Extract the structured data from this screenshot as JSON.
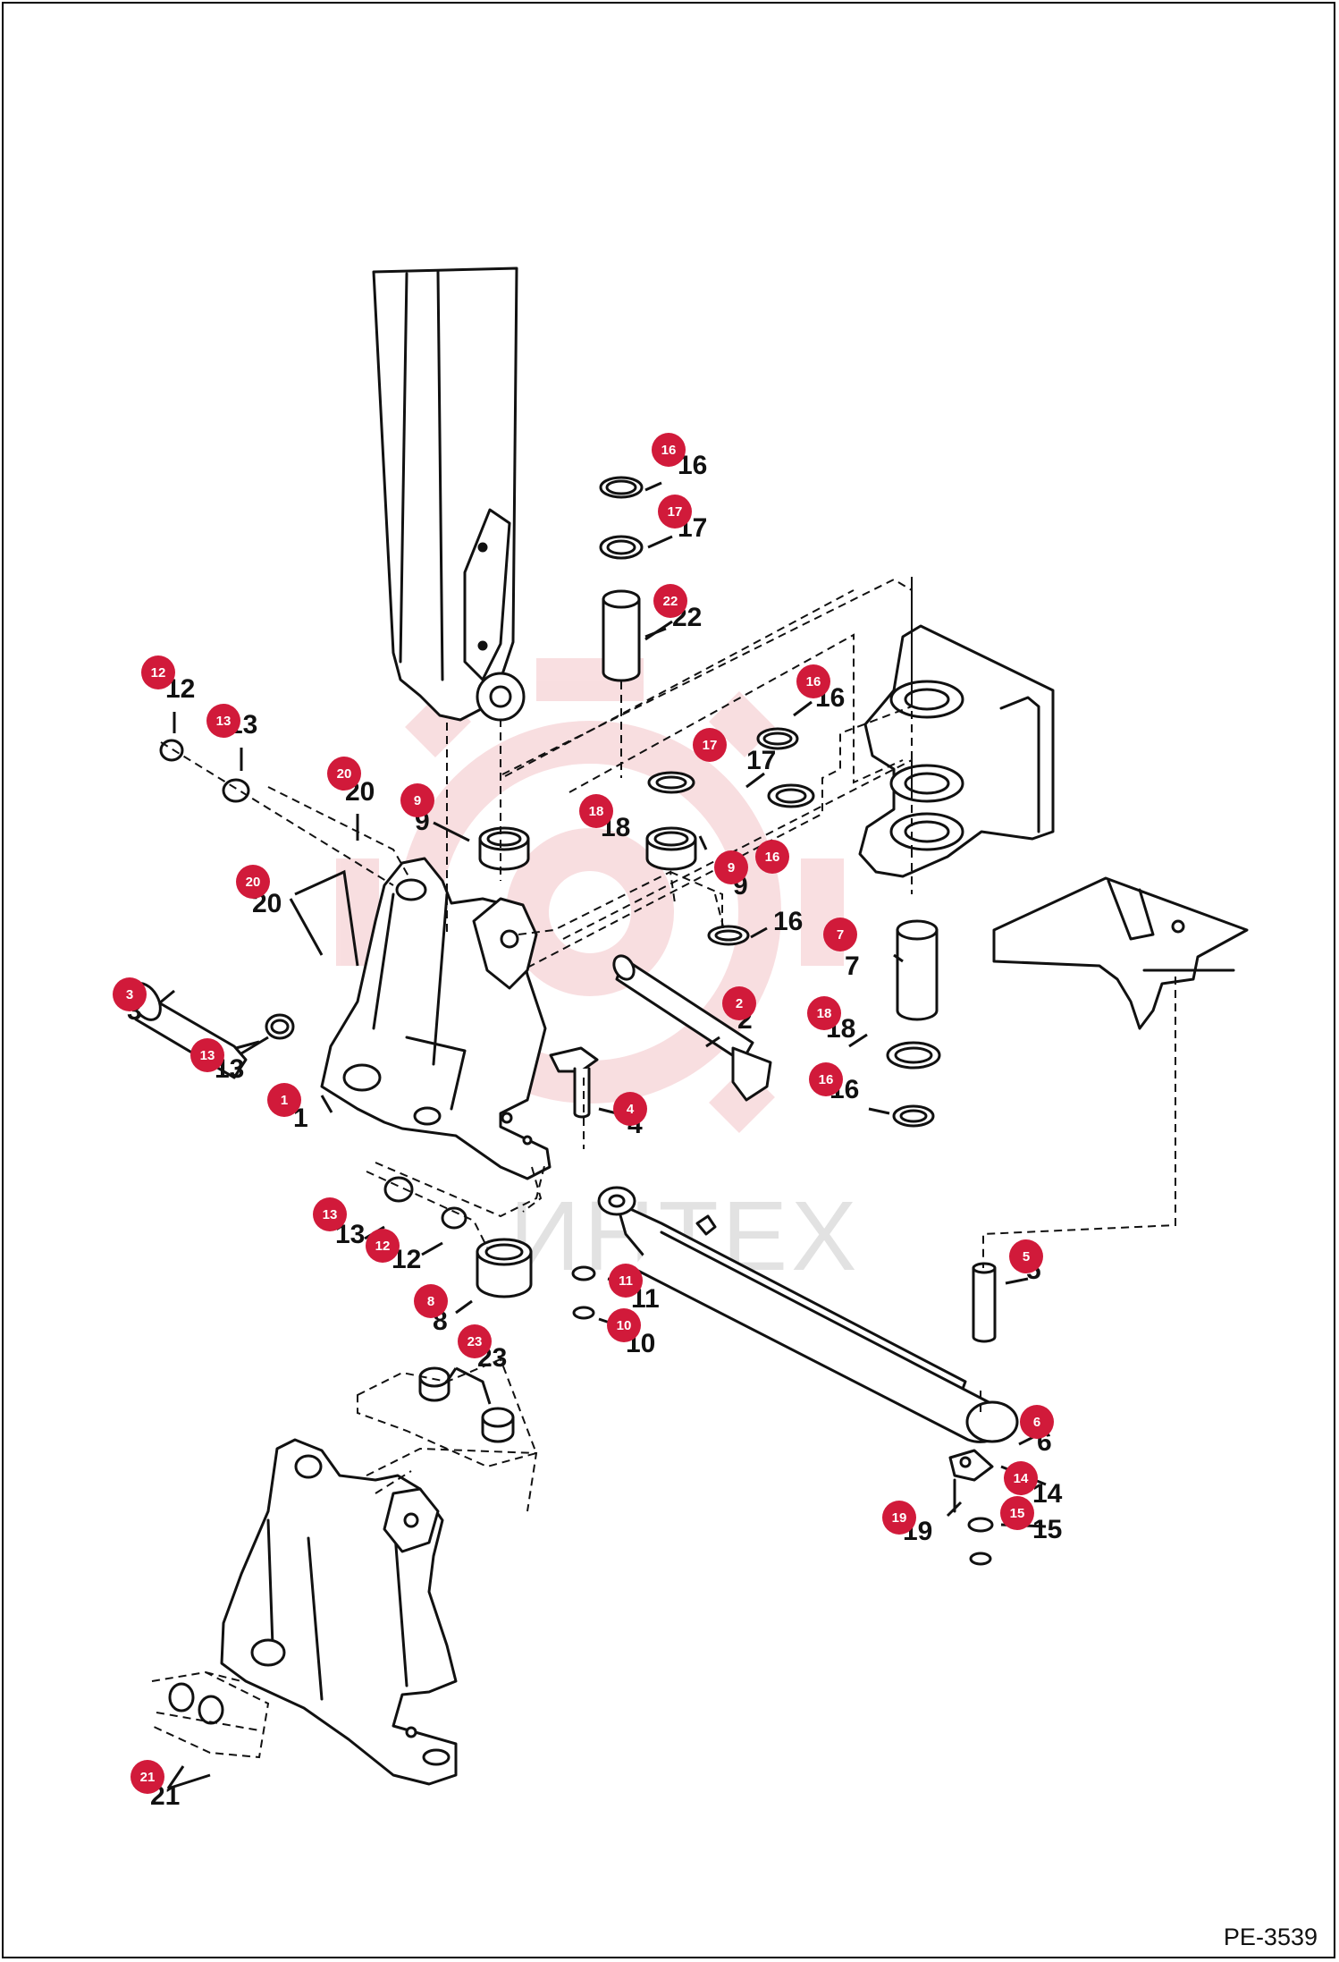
{
  "drawing_code": "PE-3539",
  "watermark_text": "ИНТЕХ",
  "accent_color": "#d11a3a",
  "callouts": [
    {
      "num": "1"
    },
    {
      "num": "2"
    },
    {
      "num": "3"
    },
    {
      "num": "4"
    },
    {
      "num": "5"
    },
    {
      "num": "6"
    },
    {
      "num": "7"
    },
    {
      "num": "8"
    },
    {
      "num": "9"
    },
    {
      "num": "9"
    },
    {
      "num": "10"
    },
    {
      "num": "11"
    },
    {
      "num": "12"
    },
    {
      "num": "12"
    },
    {
      "num": "13"
    },
    {
      "num": "13"
    },
    {
      "num": "13"
    },
    {
      "num": "14"
    },
    {
      "num": "15"
    },
    {
      "num": "16"
    },
    {
      "num": "16"
    },
    {
      "num": "16"
    },
    {
      "num": "16"
    },
    {
      "num": "17"
    },
    {
      "num": "17"
    },
    {
      "num": "18"
    },
    {
      "num": "18"
    },
    {
      "num": "19"
    },
    {
      "num": "20"
    },
    {
      "num": "20"
    },
    {
      "num": "21"
    },
    {
      "num": "22"
    },
    {
      "num": "23"
    }
  ]
}
